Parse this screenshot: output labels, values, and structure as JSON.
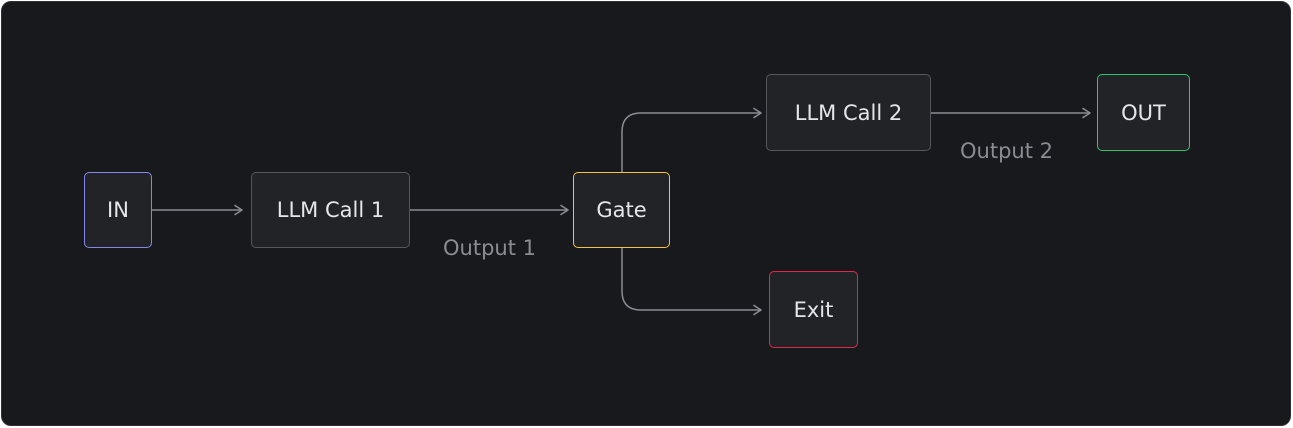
{
  "nodes": {
    "input": "IN",
    "llm_call_1": "LLM Call 1",
    "gate": "Gate",
    "llm_call_2": "LLM Call 2",
    "output": "OUT",
    "exit": "Exit"
  },
  "edge_labels": {
    "output_1": "Output 1",
    "output_2": "Output 2"
  },
  "colors": {
    "background": "#18191d",
    "node_fill": "#222327",
    "node_border": "#56575c",
    "input_border": "#8486e8",
    "gate_border": "#f4c23c",
    "output_border": "#36c26a",
    "exit_border": "#e0294f",
    "edge": "#8b8c92",
    "text": "#e6e6e8"
  }
}
